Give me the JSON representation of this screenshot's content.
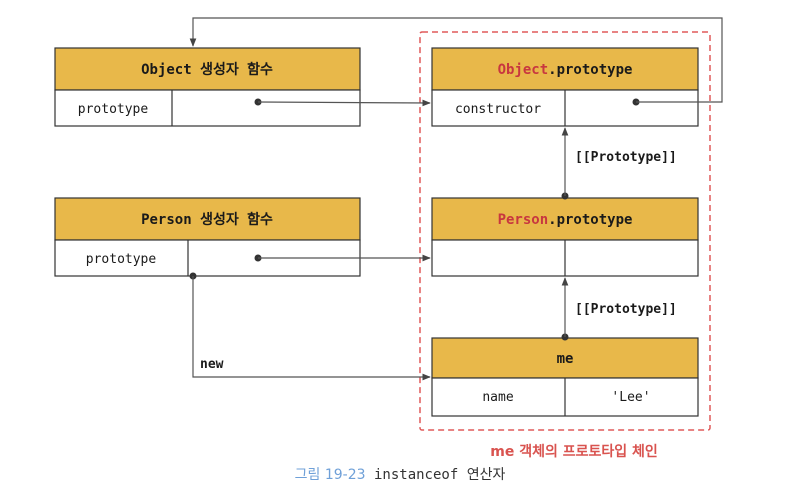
{
  "boxes": {
    "object_ctor": {
      "title_a": "Object",
      "title_b": " 생성자 함수",
      "cell_left": "prototype"
    },
    "person_ctor": {
      "title_a": "Person",
      "title_b": " 생성자 함수",
      "cell_left": "prototype"
    },
    "object_proto": {
      "title_a": "Object",
      "title_b": ".prototype",
      "cell_left": "constructor"
    },
    "person_proto": {
      "title_a": "Person",
      "title_b": ".prototype"
    },
    "me": {
      "title": "me",
      "cell_left": "name",
      "cell_right": "'Lee'"
    }
  },
  "labels": {
    "proto_link_upper": "[[Prototype]]",
    "proto_link_lower": "[[Prototype]]",
    "new_label": "new",
    "chain_label": "me 객체의 프로토타입 체인"
  },
  "caption": {
    "figure": "그림 19-23",
    "text": " instanceof 연산자"
  },
  "colors": {
    "header_fill": "#e8b84a",
    "dashed_border": "#e05a5a",
    "highlight_text": "#c8373f",
    "caption_number": "#6fa0d8"
  }
}
